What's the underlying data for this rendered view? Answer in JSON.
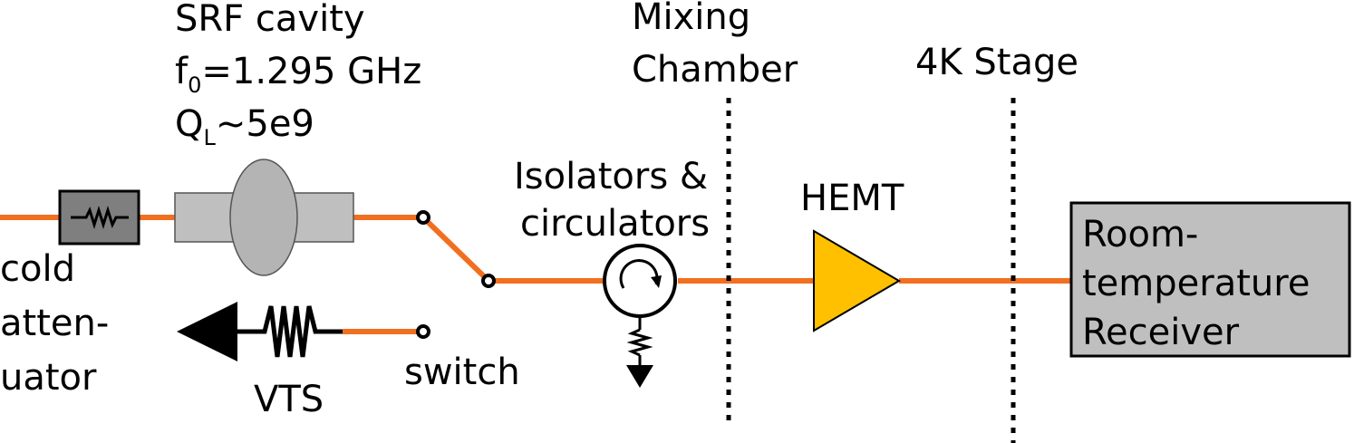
{
  "cavity": {
    "name": "SRF cavity",
    "freq_sym": "f",
    "freq_sub": "0",
    "freq_val": "=1.295 GHz",
    "q_sym": "Q",
    "q_sub": "L",
    "q_val": "~5e9"
  },
  "stages": {
    "mixing_line1": "Mixing",
    "mixing_line2": "Chamber",
    "fourk": "4K Stage"
  },
  "labels": {
    "isolators_line1": "Isolators &",
    "isolators_line2": "circulators",
    "hemt": "HEMT",
    "cold_line1": "cold",
    "cold_line2": "atten-",
    "cold_line3": "uator",
    "vts": "VTS",
    "switch": "switch"
  },
  "receiver": {
    "line1": "Room-",
    "line2": "temperature",
    "line3": "Receiver"
  },
  "colors": {
    "signal_line": "#f07020",
    "hemt_fill": "#ffc000",
    "cavity_fill": "#bfbfbf",
    "attenuator_fill": "#7f7f7f",
    "receiver_fill": "#bfbfbf"
  }
}
